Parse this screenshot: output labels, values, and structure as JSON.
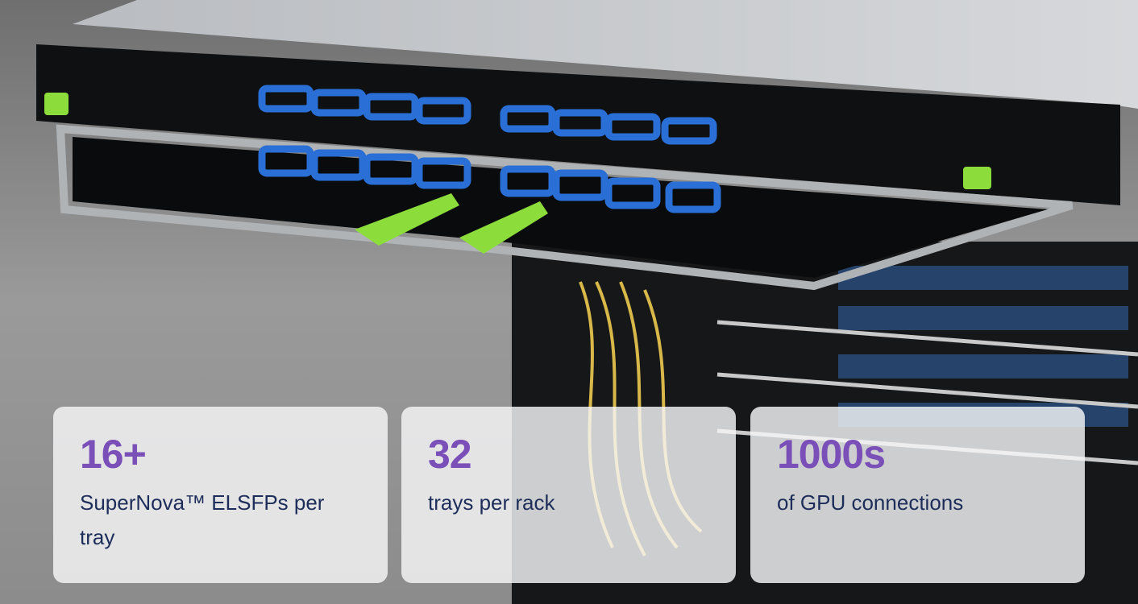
{
  "colors": {
    "accent": "#7a4fb8",
    "text": "#1d2d5a",
    "handle": "#2a6fd6",
    "latch": "#8cdc3c"
  },
  "stats": [
    {
      "value": "16+",
      "label": "SuperNova™ ELSFPs per tray"
    },
    {
      "value": "32",
      "label": "trays per rack"
    },
    {
      "value": "1000s",
      "label": "of GPU connections"
    }
  ]
}
